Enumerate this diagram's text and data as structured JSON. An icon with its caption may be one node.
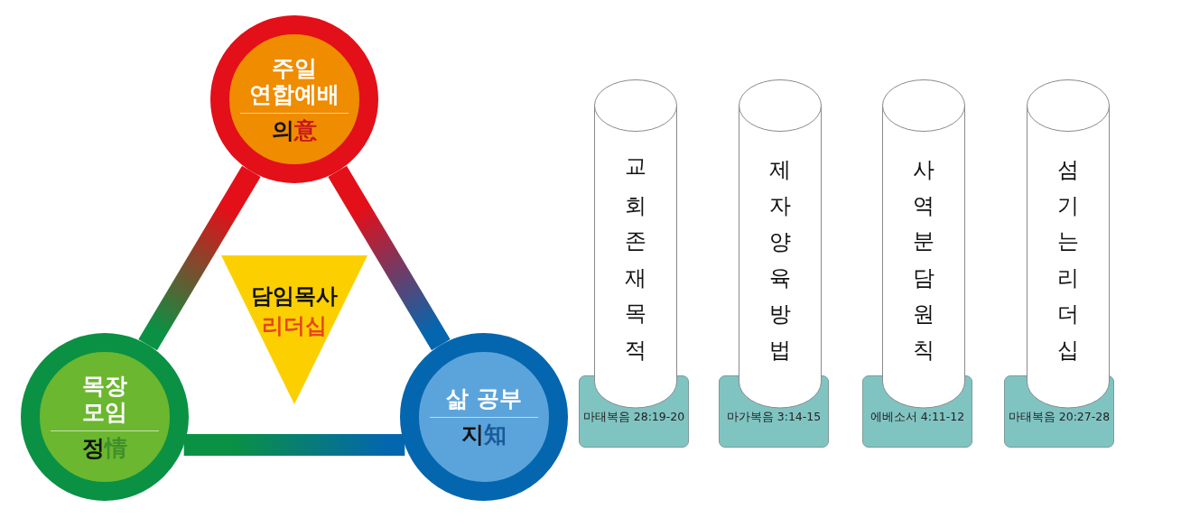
{
  "diagram": {
    "nodes": [
      {
        "text": [
          "주일 연합예배",
          "의意"
        ]
      },
      {
        "text": [
          "목장 모임",
          "정情"
        ]
      },
      {
        "text": [
          "삶 공부",
          "지知"
        ]
      },
      {
        "text": [
          "담임목사",
          "리더십"
        ]
      },
      {
        "text": [
          "교회존재목적"
        ]
      },
      {
        "text": [
          "마태복음 28:19-20"
        ]
      },
      {
        "text": [
          "제자양육방법"
        ]
      },
      {
        "text": [
          "마가복음 3:14-15"
        ]
      },
      {
        "text": [
          "사역분담원칙"
        ]
      },
      {
        "text": [
          "에베소서 4:11-12"
        ]
      },
      {
        "text": [
          "섬기는리더십"
        ]
      },
      {
        "text": [
          "마태복음 20:27-28"
        ]
      }
    ],
    "edges": [
      {
        "from": 0,
        "to": 1,
        "arrow": "none"
      },
      {
        "from": 0,
        "to": 2,
        "arrow": "none"
      },
      {
        "from": 1,
        "to": 2,
        "arrow": "none"
      }
    ]
  }
}
